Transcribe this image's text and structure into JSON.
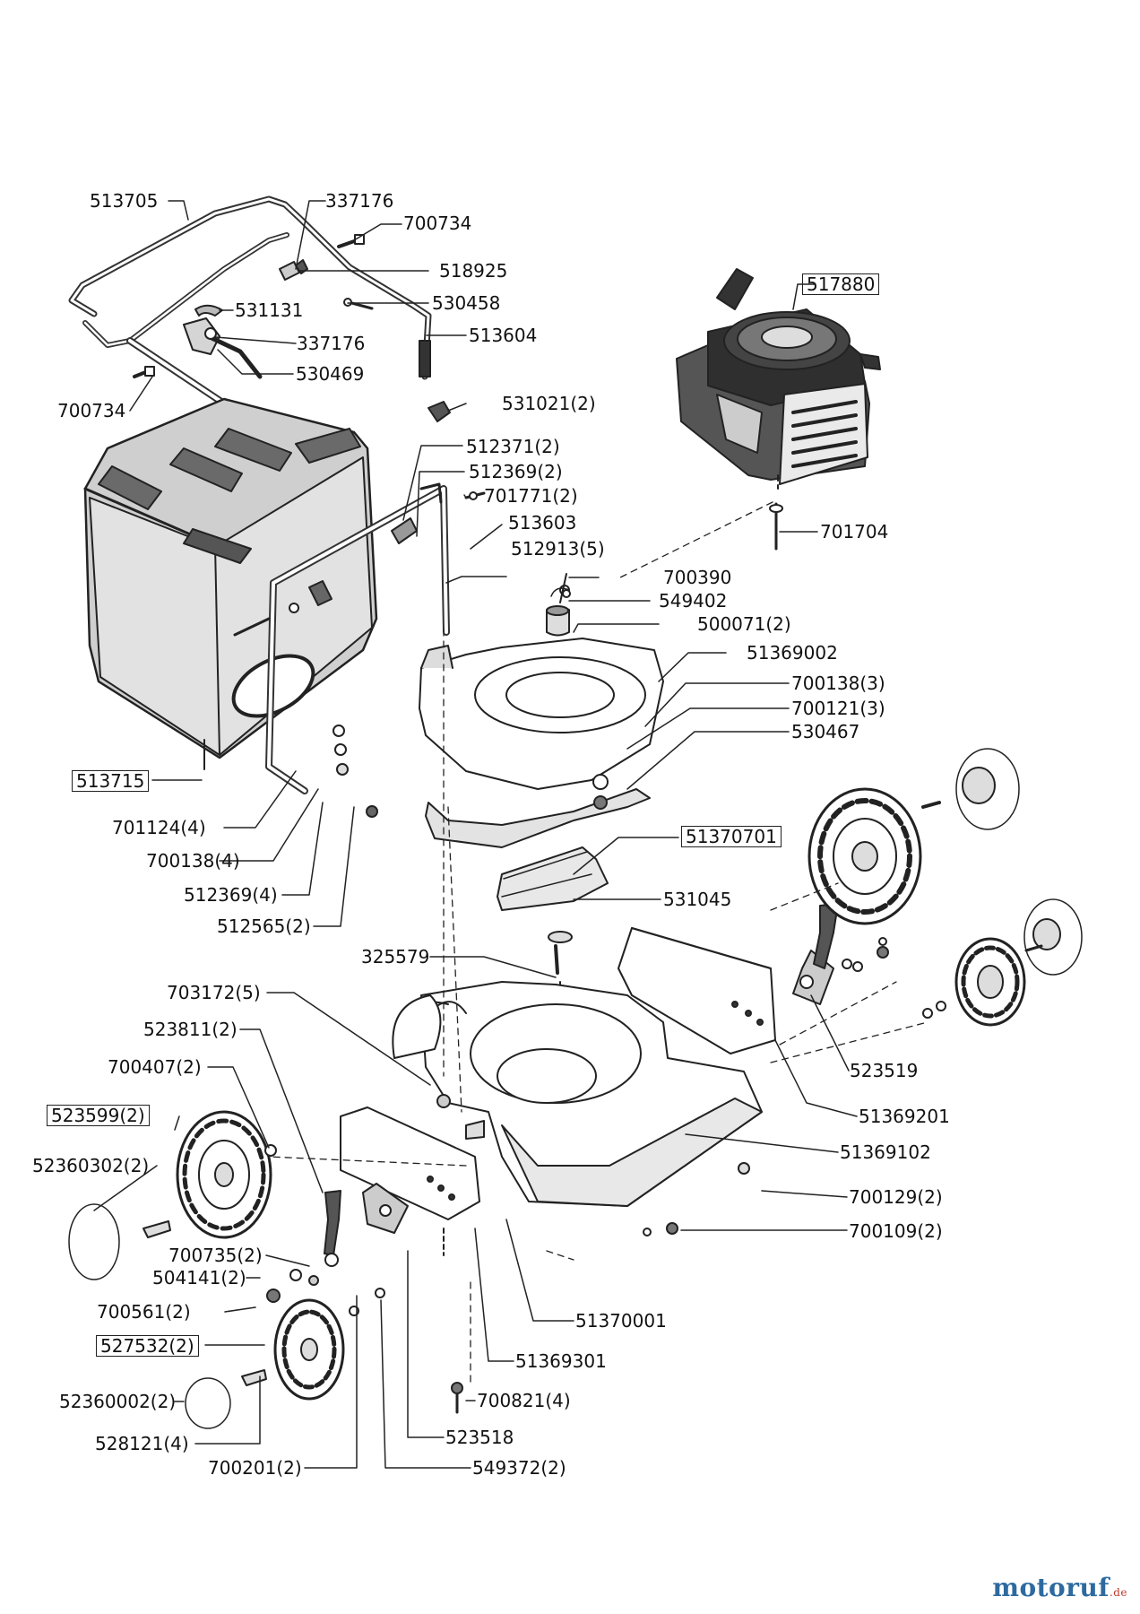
{
  "labels": {
    "l513705": "513705",
    "l337176a": "337176",
    "l700734a": "700734",
    "l518925": "518925",
    "l531131": "531131",
    "l530458": "530458",
    "l337176b": "337176",
    "l513604": "513604",
    "l530469": "530469",
    "l700734b": "700734",
    "l531021": "531021(2)",
    "l517880": "517880",
    "l512371": "512371(2)",
    "l512369a": "512369(2)",
    "l701771": "701771(2)",
    "l513603": "513603",
    "l512913": "512913(5)",
    "l701704": "701704",
    "l700390": "700390",
    "l549402": "549402",
    "l500071": "500071(2)",
    "l51369002": "51369002",
    "l700138a": "700138(3)",
    "l700121": "700121(3)",
    "l530467": "530467",
    "l513715": "513715",
    "l701124": "701124(4)",
    "l700138b": "700138(4)",
    "l512369b": "512369(4)",
    "l512565": "512565(2)",
    "l51370701": "51370701",
    "l531045": "531045",
    "l325579": "325579",
    "l703172": "703172(5)",
    "l523811": "523811(2)",
    "l700407": "700407(2)",
    "l523519": "523519",
    "l523599": "523599(2)",
    "l51369201": "51369201",
    "l52360302": "52360302(2)",
    "l51369102": "51369102",
    "l700129": "700129(2)",
    "l700109": "700109(2)",
    "l700735": "700735(2)",
    "l504141": "504141(2)",
    "l700561": "700561(2)",
    "l51370001": "51370001",
    "l527532": "527532(2)",
    "l51369301": "51369301",
    "l52360002": "52360002(2)",
    "l700821": "700821(4)",
    "l528121": "528121(4)",
    "l523518": "523518",
    "l700201": "700201(2)",
    "l549372": "549372(2)"
  },
  "watermark": {
    "main": "motoruf",
    "suffix": ".de"
  },
  "colors": {
    "line": "#222222",
    "dark": "#3a3a3a",
    "fill": "#e6e6e6",
    "brandA": "#2d6a9f",
    "brandB": "#c0392b"
  }
}
